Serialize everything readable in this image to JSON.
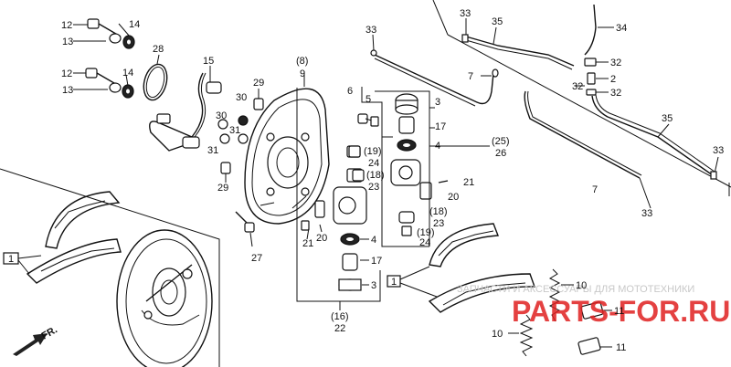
{
  "diagram": {
    "callouts": {
      "c12a": "12",
      "c13a": "13",
      "c14a": "14",
      "c12b": "12",
      "c13b": "13",
      "c14b": "14",
      "c28": "28",
      "c15": "15",
      "c29a": "29",
      "c30a": "30",
      "c30b": "30",
      "c31a": "31",
      "c31b": "31",
      "c29b": "29",
      "c27": "27",
      "c8": "(8)",
      "c9": "9",
      "c33a": "33",
      "c33b": "33",
      "c35a": "35",
      "c34": "34",
      "c32a": "32",
      "c2": "2",
      "c32b": "32",
      "c32c": "32",
      "c7a": "7",
      "c6": "6",
      "c5": "5",
      "c3a": "3",
      "c17a": "17",
      "c4a": "4",
      "c19a": "(19)",
      "c24a": "24",
      "c18a": "(18)",
      "c23a": "23",
      "c25": "(25)",
      "c26": "26",
      "c21a": "21",
      "c20a": "20",
      "c18b": "(18)",
      "c23b": "23",
      "c19b": "(19)",
      "c24b": "24",
      "c21b": "21",
      "c20b": "20",
      "c4b": "4",
      "c17b": "17",
      "c3b": "3",
      "c16": "(16)",
      "c22": "22",
      "c35b": "35",
      "c33c": "33",
      "c7b": "7",
      "c33d": "33",
      "c1a": "1",
      "c1b": "1",
      "c10a": "10",
      "c11a": "11",
      "c10b": "10",
      "c11b": "11",
      "fr": "FR."
    },
    "watermark": {
      "line1": "ЗАПЧАСТИ И АКСЕССУАРЫ ДЛЯ МОТОТЕХНИКИ",
      "line2": "PARTS-FOR.RU"
    },
    "colors": {
      "watermark_red": "#e02020",
      "watermark_gray": "#c8c8c8",
      "ink": "#111111"
    }
  }
}
